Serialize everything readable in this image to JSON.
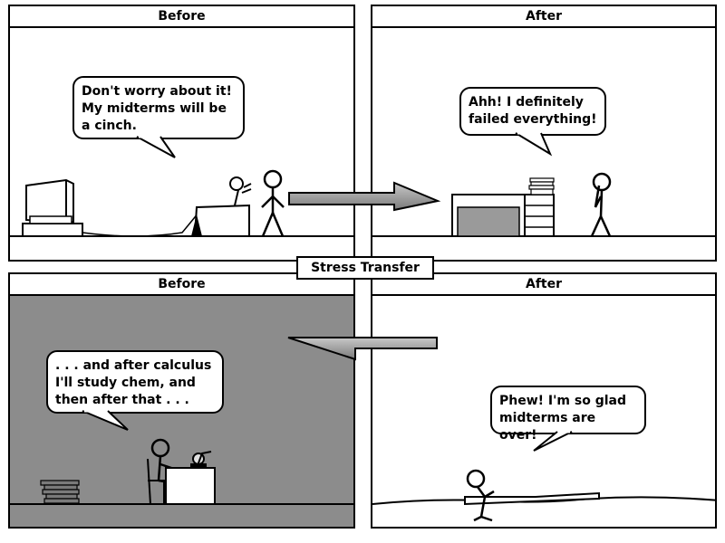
{
  "panels": {
    "top_left": {
      "title": "Before",
      "speech": "Don't worry about it!\nMy midterms will be\na cinch."
    },
    "top_right": {
      "title": "After",
      "speech": "Ahh! I definitely\nfailed everything!"
    },
    "bottom_left": {
      "title": "Before",
      "speech": ". . . and after calculus\nI'll study chem, and\nthen after that . . ."
    },
    "bottom_right": {
      "title": "After",
      "speech": "Phew! I'm so glad\nmidterms are over!"
    }
  },
  "center_label": "Stress Transfer",
  "colors": {
    "bottom_left_background": "#8c8c8c",
    "arrow_fill": "#9a9a9a",
    "ink": "#000000"
  }
}
